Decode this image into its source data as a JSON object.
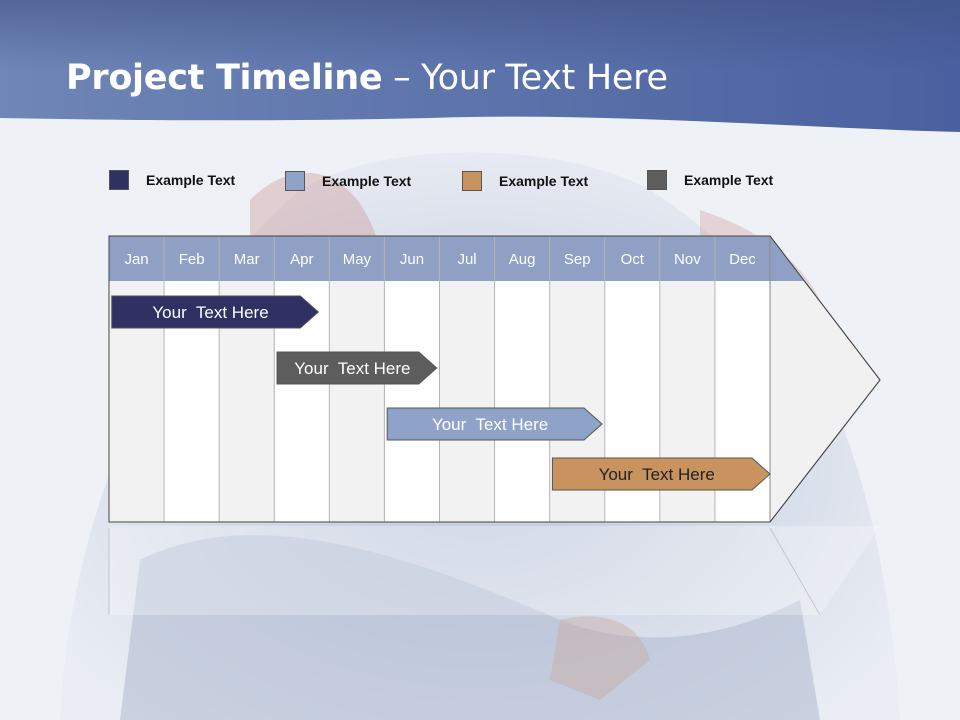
{
  "slide": {
    "title_bold": "Project Timeline",
    "title_rest": " – Your Text Here"
  },
  "legend": [
    {
      "label": "Example Text",
      "color": "#2e3161"
    },
    {
      "label": "Example Text",
      "color": "#8fa3c8"
    },
    {
      "label": "Example Text",
      "color": "#c8935f"
    },
    {
      "label": "Example Text",
      "color": "#5d5d5d"
    }
  ],
  "timeline": {
    "months": [
      "Jan",
      "Feb",
      "Mar",
      "Apr",
      "May",
      "Jun",
      "Jul",
      "Aug",
      "Sep",
      "Oct",
      "Nov",
      "Dec"
    ],
    "header_color": "#8fa0c4",
    "tasks": [
      {
        "label": "Your  Text Here",
        "start_month": 0.05,
        "end_month": 3.8,
        "color": "#2e3161",
        "text_color": "#ffffff"
      },
      {
        "label": "Your  Text Here",
        "start_month": 3.05,
        "end_month": 5.95,
        "color": "#5d5d5d",
        "text_color": "#ffffff"
      },
      {
        "label": "Your  Text Here",
        "start_month": 5.05,
        "end_month": 8.95,
        "color": "#8fa3c8",
        "text_color": "#ffffff"
      },
      {
        "label": "Your  Text Here",
        "start_month": 8.05,
        "end_month": 12.0,
        "color": "#c8935f",
        "text_color": "#222222"
      }
    ]
  }
}
